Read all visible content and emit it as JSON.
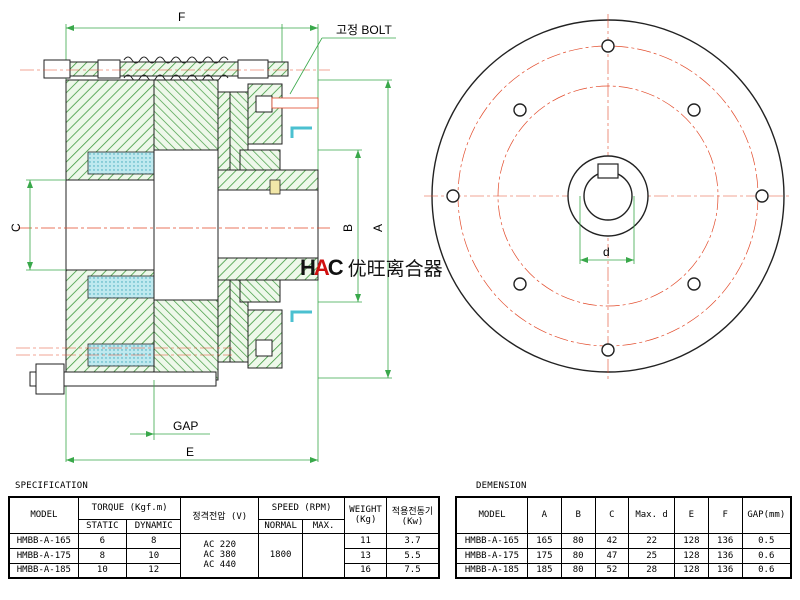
{
  "drawing": {
    "dim_labels": {
      "F": "F",
      "A": "A",
      "B": "B",
      "C": "C",
      "E": "E",
      "GAP": "GAP",
      "d": "d",
      "bolt": "고정 BOLT"
    },
    "colors": {
      "hatch": "#3f9a3f",
      "hatch_fill": "#eef8ea",
      "cyan": "#7fd4d4",
      "center": "#e24a2a",
      "dim": "#39a84a",
      "outline": "#222222"
    }
  },
  "brand": {
    "logo_h": "H",
    "logo_a": "A",
    "logo_c": "C",
    "name": "优旺离合器"
  },
  "spec": {
    "title": "SPECIFICATION",
    "headers": {
      "model": "MODEL",
      "torque": "TORQUE (Kgf.m)",
      "voltage": "정격전압 (V)",
      "speed": "SPEED (RPM)",
      "weight": "WEIGHT",
      "weight_unit": "(Kg)",
      "motor": "적용전동기",
      "motor_unit": "(Kw)",
      "static": "STATIC",
      "dynamic": "DYNAMIC",
      "normal": "NORMAL",
      "max": "MAX."
    },
    "voltage_values": [
      "AC 220",
      "AC 380",
      "AC 440"
    ],
    "speed_normal": "1800",
    "rows": [
      {
        "model": "HMBB-A-165",
        "static": "6",
        "dynamic": "8",
        "weight": "11",
        "motor": "3.7"
      },
      {
        "model": "HMBB-A-175",
        "static": "8",
        "dynamic": "10",
        "weight": "13",
        "motor": "5.5"
      },
      {
        "model": "HMBB-A-185",
        "static": "10",
        "dynamic": "12",
        "weight": "16",
        "motor": "7.5"
      }
    ]
  },
  "dimension": {
    "title": "DEMENSION",
    "headers": [
      "MODEL",
      "A",
      "B",
      "C",
      "Max. d",
      "E",
      "F",
      "GAP(mm)"
    ],
    "rows": [
      [
        "HMBB-A-165",
        "165",
        "80",
        "42",
        "22",
        "128",
        "136",
        "0.5"
      ],
      [
        "HMBB-A-175",
        "175",
        "80",
        "47",
        "25",
        "128",
        "136",
        "0.6"
      ],
      [
        "HMBB-A-185",
        "185",
        "80",
        "52",
        "28",
        "128",
        "136",
        "0.6"
      ]
    ]
  }
}
